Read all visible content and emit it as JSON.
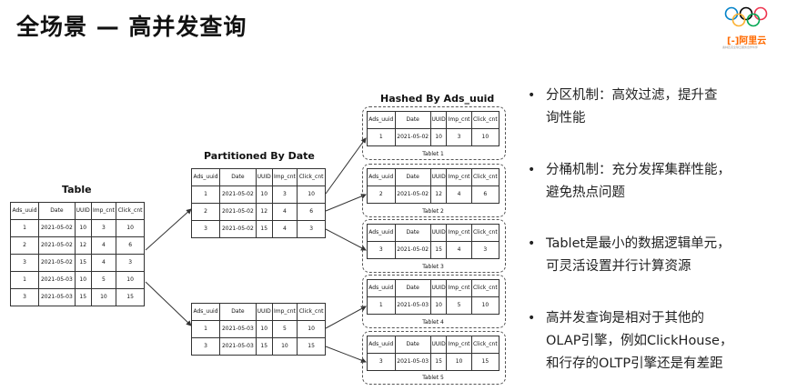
{
  "title": "全场景 — 高并发查询",
  "logo": {
    "brand": "阿里云",
    "tagline": "奥林匹克全球云服务合作伙伴"
  },
  "labels": {
    "table": "Table",
    "partitioned": "Partitioned By Date",
    "hashed": "Hashed By Ads_uuid"
  },
  "columns": [
    "Ads_uuid",
    "Date",
    "UUID",
    "Imp_cnt",
    "Click_cnt"
  ],
  "table_rows": [
    [
      "1",
      "2021-05-02",
      "10",
      "3",
      "10"
    ],
    [
      "2",
      "2021-05-02",
      "12",
      "4",
      "6"
    ],
    [
      "3",
      "2021-05-02",
      "15",
      "4",
      "3"
    ],
    [
      "1",
      "2021-05-03",
      "10",
      "5",
      "10"
    ],
    [
      "3",
      "2021-05-03",
      "15",
      "10",
      "15"
    ]
  ],
  "partitions": [
    {
      "rows": [
        [
          "1",
          "2021-05-02",
          "10",
          "3",
          "10"
        ],
        [
          "2",
          "2021-05-02",
          "12",
          "4",
          "6"
        ],
        [
          "3",
          "2021-05-02",
          "15",
          "4",
          "3"
        ]
      ]
    },
    {
      "rows": [
        [
          "1",
          "2021-05-03",
          "10",
          "5",
          "10"
        ],
        [
          "3",
          "2021-05-03",
          "15",
          "10",
          "15"
        ]
      ]
    }
  ],
  "tablets": [
    {
      "caption": "Tablet 1",
      "row": [
        "1",
        "2021-05-02",
        "10",
        "3",
        "10"
      ]
    },
    {
      "caption": "Tablet 2",
      "row": [
        "2",
        "2021-05-02",
        "12",
        "4",
        "6"
      ]
    },
    {
      "caption": "Tablet 3",
      "row": [
        "3",
        "2021-05-02",
        "15",
        "4",
        "3"
      ]
    },
    {
      "caption": "Tablet 4",
      "row": [
        "1",
        "2021-05-03",
        "10",
        "5",
        "10"
      ]
    },
    {
      "caption": "Tablet 5",
      "row": [
        "3",
        "2021-05-03",
        "15",
        "10",
        "15"
      ]
    }
  ],
  "bullets": [
    {
      "lines": [
        "分区机制：高效过滤，提升查",
        "询性能"
      ]
    },
    {
      "lines": [
        "分桶机制：充分发挥集群性能，",
        "避免热点问题"
      ]
    },
    {
      "lines": [
        "Tablet是最小的数据逻辑单元，",
        "可灵活设置并行计算资源"
      ]
    },
    {
      "lines": [
        "高并发查询是相对于其他的",
        "OLAP引擎，例如ClickHouse，",
        "和行存的OLTP引擎还是有差距"
      ]
    }
  ]
}
